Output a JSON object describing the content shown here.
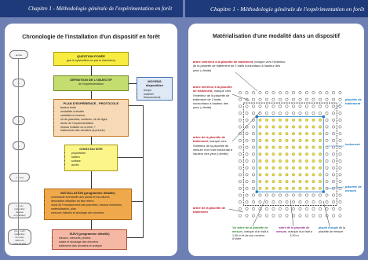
{
  "header": {
    "left": "Chapitre 1 - Méthodologie générale de l'expérimentation en forêt",
    "right": "Chapitre 1 - Méthodologie générale de l'expérimentation en forêt"
  },
  "left_page": {
    "title": "Chronologie de l'installation d'un dispositif en forêt",
    "steps": [
      "année",
      "n",
      "n",
      "n",
      "n (n+1)",
      "n (n+1)\n(calendrier\nde pose\nen pratique)",
      "(n+1, n+2)\n(calendrier\nde pose)\ndébut du\ncycle de suivi"
    ],
    "boxes": {
      "question": {
        "title": "QUESTION POSÉE",
        "sub": "(par le sylviculteur ou par le chercheur)"
      },
      "objectif": {
        "title": "DÉFINITION DE L'OBJECTIF",
        "sub": "de l'expérimentation"
      },
      "moyens": {
        "title": "MOYENS disponibles",
        "items": [
          "temps",
          "matériel",
          "financements"
        ]
      },
      "plan": {
        "title": "PLAN D'EXPÉRIENCE - PROTOCOLE",
        "items": [
          "facteur testé",
          "modalités à étudier",
          "variables à mesurer",
          "nb de placettes, surfaces, nb de tiges",
          "durée de l'expérimentation",
          "réseau existant ou à créer ?",
          "traitements des données (à prévoir)"
        ]
      },
      "site": {
        "title": "CHOIX DU SITE",
        "items": [
          "propriétaire",
          "station",
          "surface",
          "accès"
        ]
      },
      "installation": {
        "title": "INSTALLATION (programme détaillé)",
        "items": [
          "commande éventuelle des plants et fournitures",
          "description détaillée du site retenu",
          "choix de l'emplacement des placettes, travaux éventuels, matérialisation, plan",
          "mesures initiales et stockage des données"
        ]
      },
      "suivi": {
        "title": "SUIVI (programme détaillé)",
        "items": [
          "travaux, mesures, photos",
          "saisie et stockage des données",
          "traitement des données et analyse"
        ]
      }
    }
  },
  "right_page": {
    "title": "Matérialisation d'une modalité dans un dispositif",
    "labels": {
      "arbre_ext": {
        "bold": "arbre extérieur à la placette de traitement,",
        "rest": "marqué vers l'extérieur de la placette de traitement de 2 traits horizontaux à hauteur des yeux (=limite)"
      },
      "arbre_int": {
        "bold": "arbre intérieur à la placette de traitement,",
        "rest": "marqué vers l'extérieur de la placette de traitement de 2 traits horizontaux à hauteur des yeux (=limite)"
      },
      "arbre_mesure": {
        "bold": "arbre de la placette de traitement,",
        "rest": "marqué vers l'intérieur de la placette de mesure d'un trait horizontal à hauteur des yeux (=limite)"
      },
      "arbre_trait": {
        "bold": "arbre de la placette de traitement",
        "rest": ""
      },
      "premier": {
        "bold": "1er arbre de la placette de mesure,",
        "rest": "marqué d'un trait à 1,30 m et de son numéro d'ordre"
      },
      "arbre_pm": {
        "bold": "arbre de la placette de mesure,",
        "rest": "marqué d'un trait à 1,30 m"
      },
      "piquet": {
        "bold": "piquet d'angle",
        "rest": "de la placette de mesure"
      }
    },
    "side": {
      "traitement": "placette de traitement",
      "isolement": "isolement",
      "mesure": "placette de mesure"
    }
  },
  "colors": {
    "header": "#1f3a7a",
    "background": "#6e7fb3",
    "accent_red": "#c0182a",
    "accent_blue": "#1b7bbf"
  }
}
